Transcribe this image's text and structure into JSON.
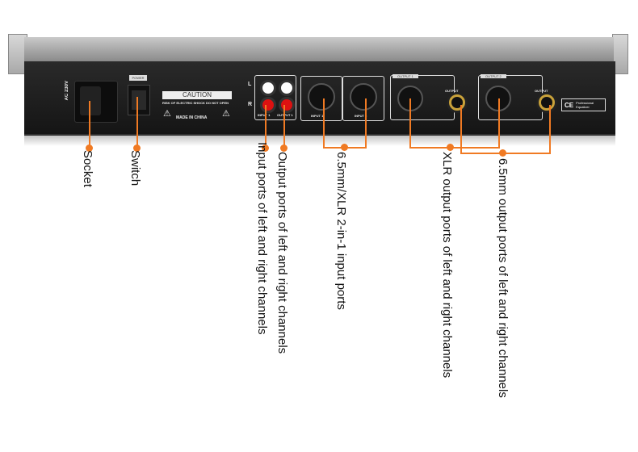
{
  "device": {
    "voltage": "AC 230V",
    "power_label": "POWER",
    "caution": "CAUTION",
    "caution_sub": "RISK OF ELECTRIC SHOCK DO NOT OPEN",
    "made_in": "MADE IN CHINA",
    "rca_left": "L",
    "rca_right": "R",
    "rca_input": "INPUT 1",
    "rca_output": "OUTPUT 1",
    "xlr_input1": "INPUT 1",
    "xlr_input2": "INPUT 2",
    "output1": "OUTPUT 1",
    "output2": "OUTPUT 2",
    "jack_output": "OUTPUT",
    "ce": "CE",
    "badge": "Professional Equalizer"
  },
  "annotations": {
    "socket": "Socket",
    "switch": "Switch",
    "rca_input": "Input ports of left and right channels",
    "rca_output": "Output ports of left and right channels",
    "combo_input": "6.5mm/XLR 2-in-1 input ports",
    "xlr_output": "XLR output ports of left and right channels",
    "jack_output": "6.5mm output ports of left and right channels"
  },
  "colors": {
    "accent": "#f07a23",
    "chassis": "#1c1c1c"
  }
}
